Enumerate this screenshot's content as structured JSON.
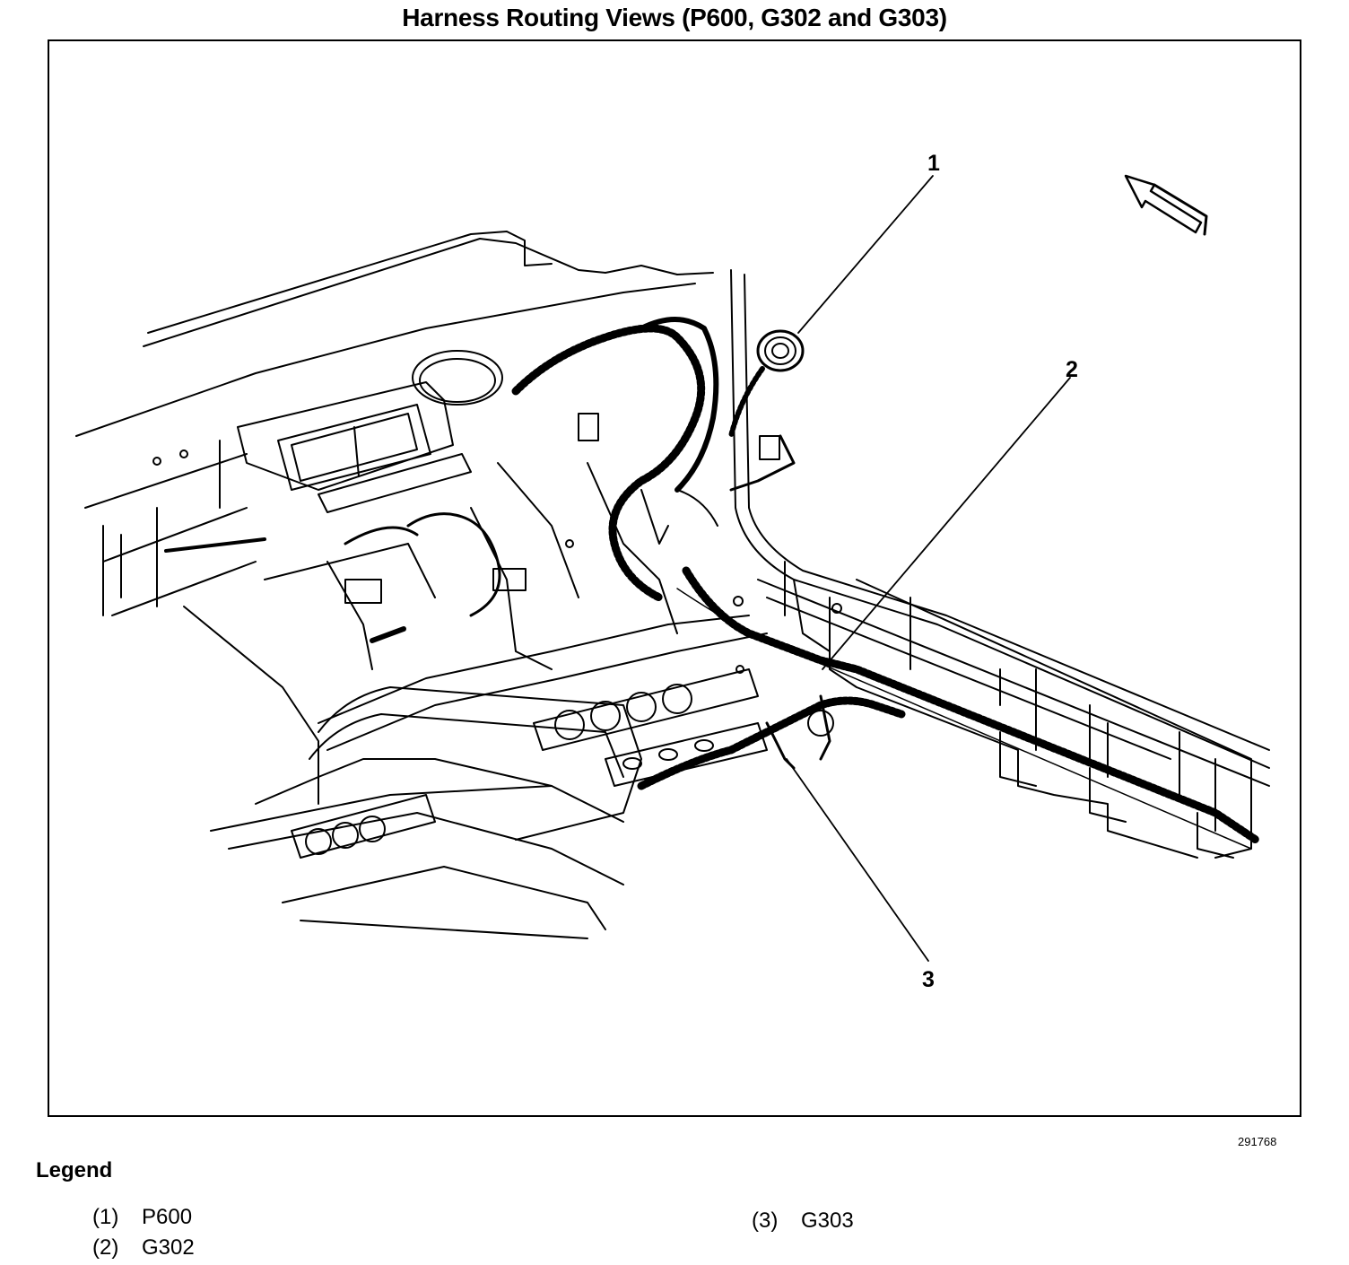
{
  "title": "Harness Routing Views (P600, G302 and G303)",
  "figure_id": "291768",
  "callouts": [
    "1",
    "2",
    "3"
  ],
  "legend": {
    "heading": "Legend",
    "items": [
      {
        "number": "(1)",
        "label": "P600"
      },
      {
        "number": "(2)",
        "label": "G302"
      },
      {
        "number": "(3)",
        "label": "G303"
      }
    ]
  }
}
